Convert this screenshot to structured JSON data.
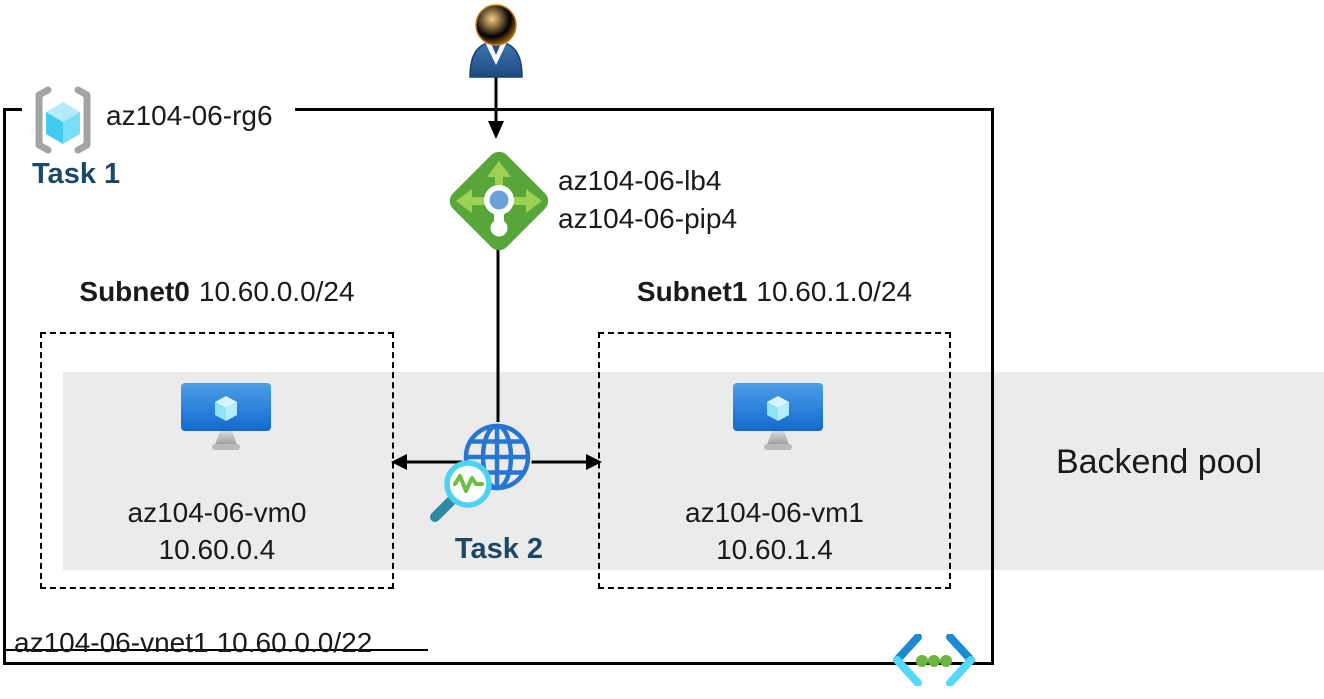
{
  "diagram": {
    "title_context": "Azure load balancer lab diagram",
    "resource_group": {
      "label": "az104-06-rg6"
    },
    "task1": {
      "label": "Task 1"
    },
    "load_balancer": {
      "line1": "az104-06-lb4",
      "line2": "az104-06-pip4"
    },
    "subnet0": {
      "name": "Subnet0",
      "cidr": "10.60.0.0/24",
      "vm": {
        "name": "az104-06-vm0",
        "ip": "10.60.0.4"
      }
    },
    "subnet1": {
      "name": "Subnet1",
      "cidr": "10.60.1.0/24",
      "vm": {
        "name": "az104-06-vm1",
        "ip": "10.60.1.4"
      }
    },
    "task2": {
      "label": "Task 2"
    },
    "backend_pool": {
      "label": "Backend pool"
    },
    "vnet": {
      "name": "az104-06-vnet1",
      "cidr": "10.60.0.0/22"
    },
    "icons": [
      "user-icon",
      "resource-group-icon",
      "load-balancer-icon",
      "virtual-machine-icon",
      "health-probe-globe-icon",
      "virtual-network-icon"
    ],
    "colors": {
      "task_label": "#1c4868",
      "backend_band": "#ebebeb",
      "lb_green": "#58a53a",
      "lb_arrow_green": "#9ed153",
      "globe_blue": "#2776cf",
      "magnifier_cyan": "#4cd2f2",
      "probe_green": "#6cbe45",
      "monitor_blue_top": "#4d9fe6",
      "monitor_blue_bottom": "#1269cf",
      "cube_cyan": "#42cbf0",
      "vnet_dark_blue": "#1e8ad2",
      "vnet_cyan": "#55d8f9",
      "dot_green": "#6cb33f",
      "outline_black": "#000000"
    }
  }
}
